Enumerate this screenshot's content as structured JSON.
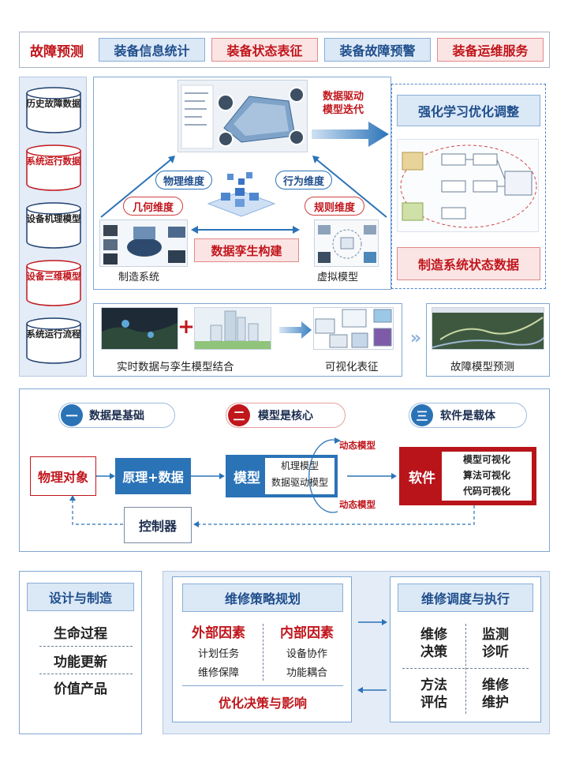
{
  "top_bar": {
    "title": "故障预测",
    "tabs": [
      "装备信息统计",
      "装备状态表征",
      "装备故障预警",
      "装备运维服务"
    ]
  },
  "left_data": [
    "历史故障数据",
    "系统运行数据",
    "设备机理模型",
    "设备三维模型",
    "系统运行流程"
  ],
  "twin": {
    "physical_dim": "物理维度",
    "behavior_dim": "行为维度",
    "geometry_dim": "几何维度",
    "rule_dim": "规则维度",
    "build": "数据孪生构建",
    "manufacturing": "制造系统",
    "virtual": "虚拟模型",
    "iterate_l1": "数据驱动",
    "iterate_l2": "模型迭代",
    "rl": "强化学习优化调整",
    "state_data": "制造系统状态数据"
  },
  "row3": {
    "combine": "实时数据与孪生模型结合",
    "visual": "可视化表征",
    "predict": "故障模型预测"
  },
  "pillars": [
    {
      "num": "一",
      "label": "数据是基础"
    },
    {
      "num": "二",
      "label": "模型是核心"
    },
    {
      "num": "三",
      "label": "软件是载体"
    }
  ],
  "flow": {
    "physical": "物理对象",
    "principle": "原理+数据",
    "model": "模型",
    "model_items": [
      "机理模型",
      "数据驱动模型"
    ],
    "dynamic_top": "动态模型",
    "dynamic_bottom": "动态模型",
    "software": "软件",
    "software_items": [
      "模型可视化",
      "算法可视化",
      "代码可视化"
    ],
    "controller": "控制器"
  },
  "design": {
    "title": "设计与制造",
    "items": [
      "生命过程",
      "功能更新",
      "价值产品"
    ]
  },
  "strategy": {
    "title": "维修策略规划",
    "external": {
      "title": "外部因素",
      "items": [
        "计划任务",
        "维修保障"
      ]
    },
    "internal": {
      "title": "内部因素",
      "items": [
        "设备协作",
        "功能耦合"
      ]
    },
    "footer": "优化决策与影响"
  },
  "dispatch": {
    "title": "维修调度与执行",
    "cells": [
      "维修\n决策",
      "监测\n诊听",
      "方法\n评估",
      "维修\n维护"
    ]
  },
  "colors": {
    "brand_red": "#c0161c",
    "brand_blue": "#2b73b7",
    "panel_border": "#7fa7d4"
  }
}
